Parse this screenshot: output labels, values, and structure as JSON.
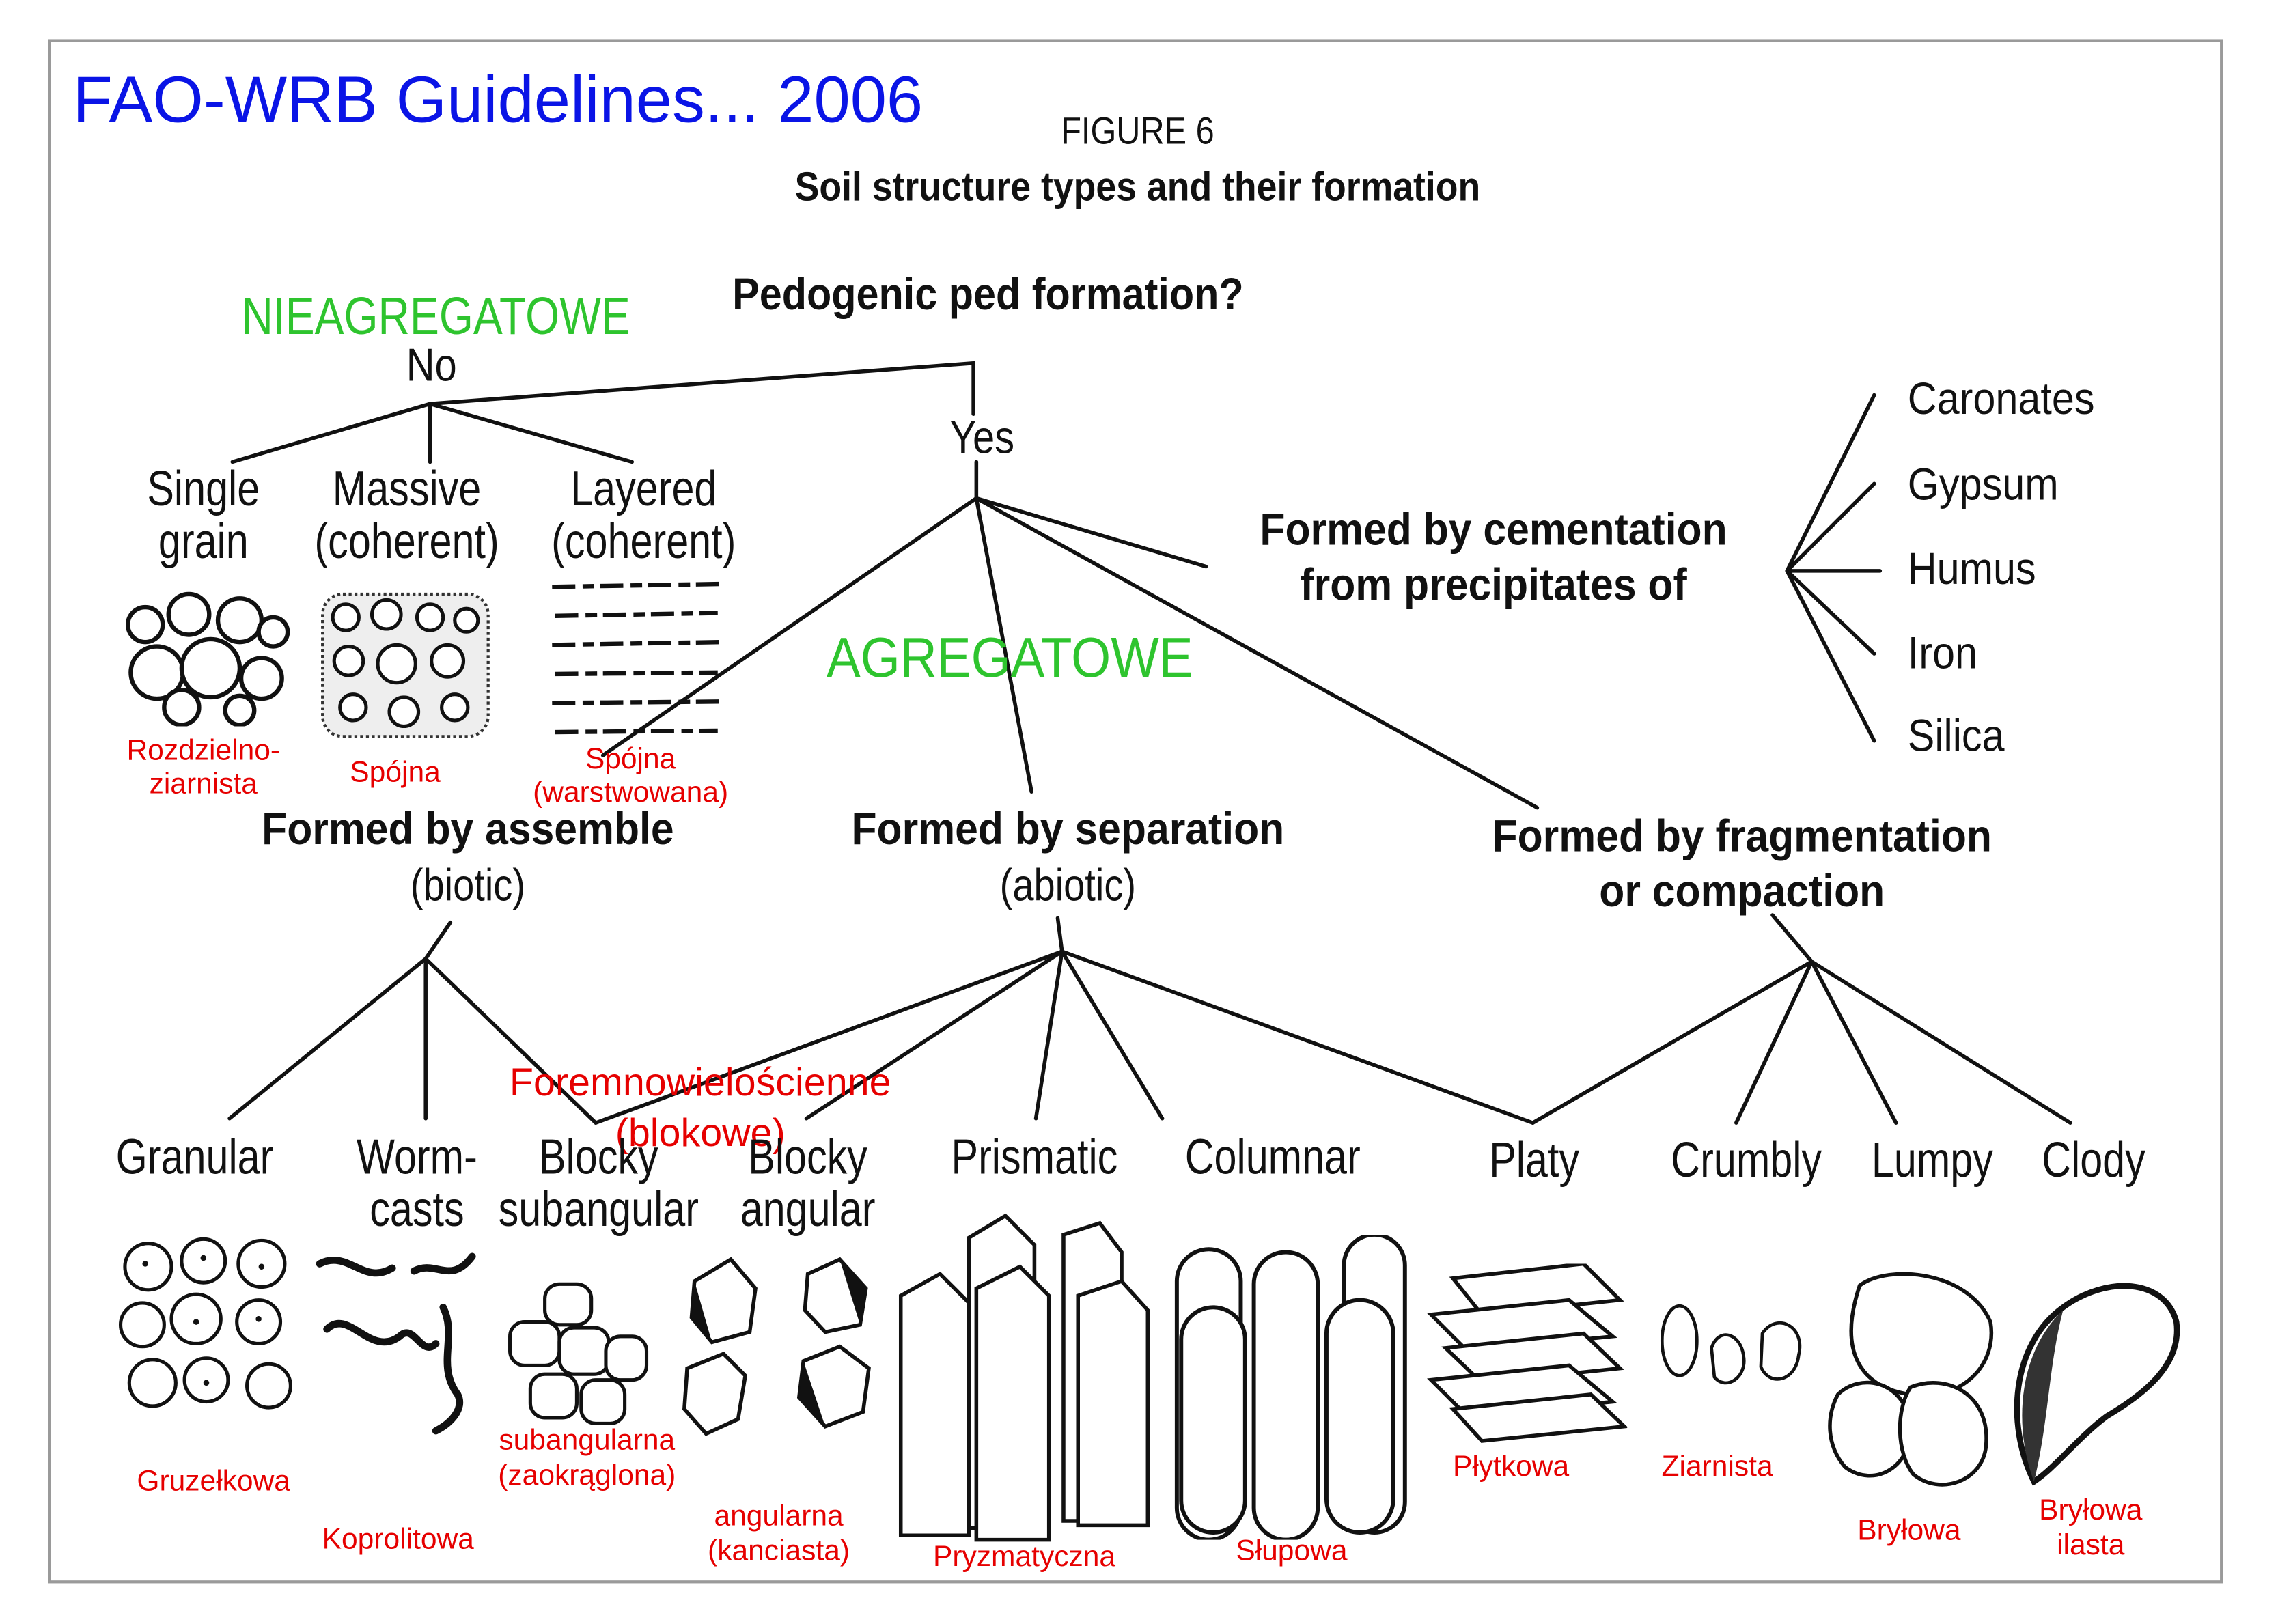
{
  "header": {
    "title": "FAO-WRB Guidelines... 2006",
    "figure_label": "FIGURE 6",
    "figure_title": "Soil structure types and their formation"
  },
  "root": {
    "question": "Pedogenic ped formation?",
    "no_label": "No",
    "yes_label": "Yes",
    "no_group_pl": "NIEAGREGATOWE",
    "yes_group_pl": "AGREGATOWE"
  },
  "non_aggregate_types": [
    {
      "name": "Single\ngrain",
      "pl": "Rozdzielno-\nziarnista",
      "icon": "single-grain-sketch"
    },
    {
      "name": "Massive\n(coherent)",
      "pl": "Spójna",
      "icon": "massive-sketch"
    },
    {
      "name": "Layered\n(coherent)",
      "pl": "Spójna\n(warstwowana)",
      "icon": "layered-sketch"
    }
  ],
  "cementation": {
    "label": "Formed by cementation\nfrom precipitates of",
    "items": [
      "Caronates",
      "Gypsum",
      "Humus",
      "Iron",
      "Silica"
    ]
  },
  "formation_groups": [
    {
      "label": "Formed by assemble",
      "sub": "(biotic)"
    },
    {
      "label": "Formed by separation",
      "sub": "(abiotic)"
    },
    {
      "label": "Formed by fragmentation",
      "sub": "or compaction"
    }
  ],
  "blocky_group_pl": "Foremnowielościenne\n(blokowe)",
  "structure_types": [
    {
      "name": "Granular",
      "pl": "Gruzełkowa",
      "icon": "granular-sketch"
    },
    {
      "name": "Worm-\ncasts",
      "pl": "Koprolitowa",
      "icon": "wormcasts-sketch"
    },
    {
      "name": "Blocky\nsubangular",
      "pl": "subangularna\n(zaokrąglona)",
      "icon": "blocky-subangular-sketch"
    },
    {
      "name": "Blocky\nangular",
      "pl": "angularna\n(kanciasta)",
      "icon": "blocky-angular-sketch"
    },
    {
      "name": "Prismatic",
      "pl": "Pryzmatyczna",
      "icon": "prismatic-sketch"
    },
    {
      "name": "Columnar",
      "pl": "Słupowa",
      "icon": "columnar-sketch"
    },
    {
      "name": "Platy",
      "pl": "Płytkowa",
      "icon": "platy-sketch"
    },
    {
      "name": "Crumbly",
      "pl": "Ziarnista",
      "icon": "crumbly-sketch"
    },
    {
      "name": "Lumpy",
      "pl": "Bryłowa",
      "icon": "lumpy-sketch"
    },
    {
      "name": "Clody",
      "pl": "Bryłowa\nilasta",
      "icon": "clody-sketch"
    }
  ],
  "colors": {
    "title": "#0a14e6",
    "polish_group": "#2ec42e",
    "polish_type": "#e60000",
    "lines": "#111111"
  }
}
